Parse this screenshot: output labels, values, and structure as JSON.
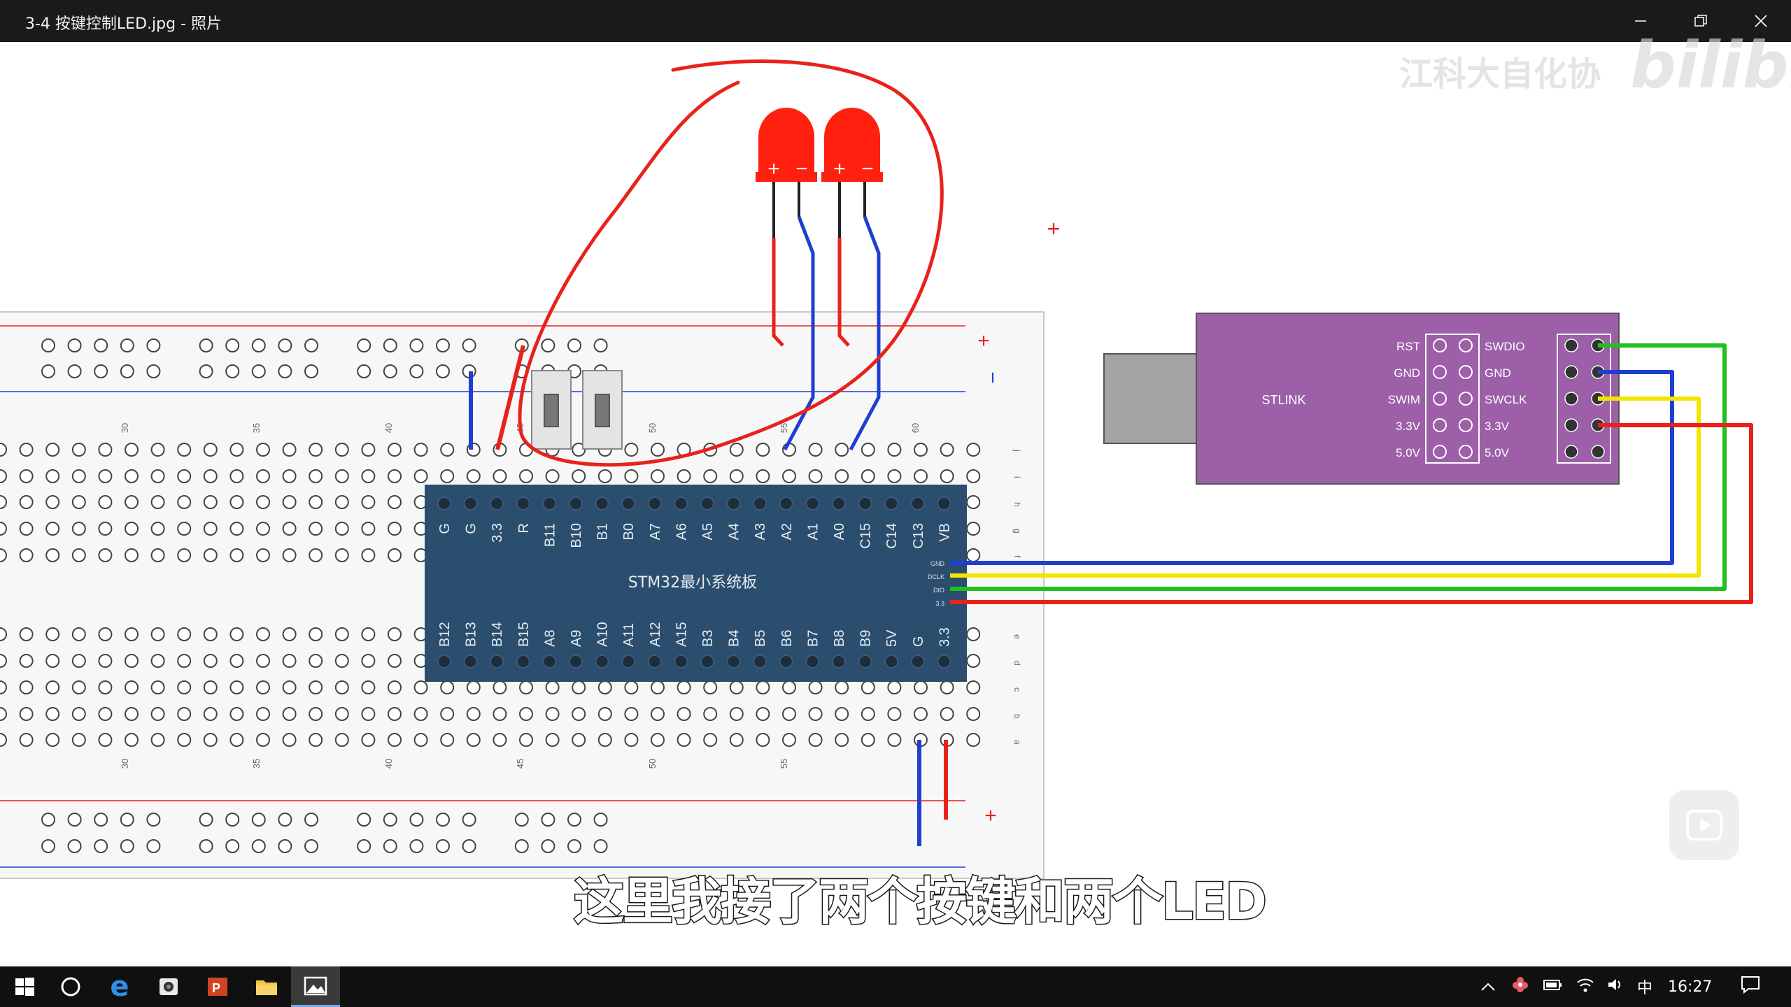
{
  "window": {
    "title": "3-4 按键控制LED.jpg - 照片",
    "minimize_icon": "minimize-icon",
    "restore_icon": "restore-icon",
    "close_icon": "close-icon"
  },
  "watermark": {
    "channel": "江科大自化协",
    "logo": "bilibili"
  },
  "subtitle": "这里我接了两个按键和两个LED",
  "breadboard": {
    "column_numbers_top": [
      "30",
      "35",
      "40",
      "45",
      "50",
      "55",
      "60"
    ],
    "column_numbers_bottom": [
      "30",
      "35",
      "40",
      "45",
      "50",
      "55"
    ],
    "rail_plus": "+",
    "rail_minus": "−",
    "row_letters_top": [
      "j",
      "i",
      "h",
      "g",
      "f"
    ],
    "row_letters_bottom": [
      "e",
      "d",
      "c",
      "b",
      "a"
    ]
  },
  "stm32": {
    "name": "STM32最小系统板",
    "top_pins": [
      "G",
      "G",
      "3.3",
      "R",
      "B11",
      "B10",
      "B1",
      "B0",
      "A7",
      "A6",
      "A5",
      "A4",
      "A3",
      "A2",
      "A1",
      "A0",
      "C15",
      "C14",
      "C13",
      "VB"
    ],
    "bottom_pins": [
      "B12",
      "B13",
      "B14",
      "B15",
      "A8",
      "A9",
      "A10",
      "A11",
      "A12",
      "A15",
      "B3",
      "B4",
      "B5",
      "B6",
      "B7",
      "B8",
      "B9",
      "5V",
      "G",
      "3.3"
    ],
    "debug_labels": [
      "GND",
      "DCLK",
      "DIO",
      "3.3"
    ]
  },
  "stlink": {
    "name": "STLINK",
    "left_labels": [
      "RST",
      "GND",
      "SWIM",
      "3.3V",
      "5.0V"
    ],
    "right_labels": [
      "SWDIO",
      "GND",
      "SWCLK",
      "3.3V",
      "5.0V"
    ]
  },
  "leds": [
    {
      "plus": "+",
      "minus": "−"
    },
    {
      "plus": "+",
      "minus": "−"
    }
  ],
  "annotation_mark": "+",
  "taskbar": {
    "icons": [
      "windows-start-icon",
      "cortana-search-icon",
      "edge-browser-icon",
      "camera-app-icon",
      "powerpoint-icon",
      "file-explorer-icon",
      "photos-app-icon"
    ],
    "ime": "中",
    "time": "16:27"
  },
  "colors": {
    "board_blue": "#2b4e6e",
    "stlink_purple": "#9c5fa8",
    "wire_red": "#e8221b",
    "wire_blue": "#1f3fd0",
    "wire_green": "#20c020",
    "wire_yellow": "#f2e600",
    "led_red": "#ff2010"
  }
}
